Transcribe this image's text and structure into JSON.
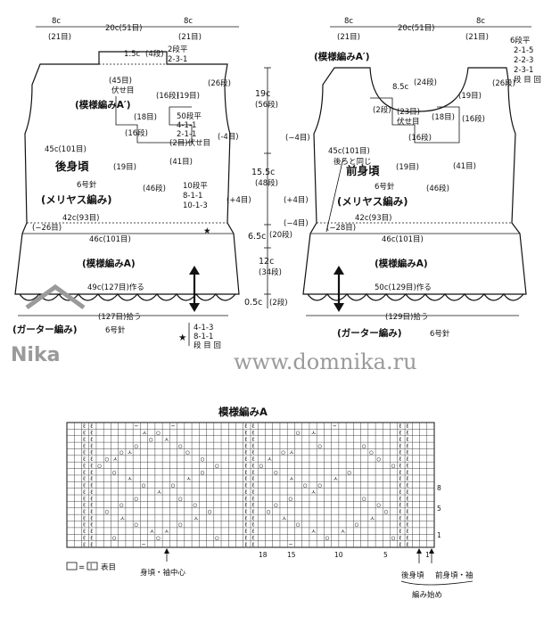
{
  "back": {
    "w_left": "8c",
    "w_left_st": "(21目)",
    "w_center": "20c(51目)",
    "w_right": "8c",
    "w_right_st": "(21目)",
    "shoulder_c": "1.5c",
    "shoulder_rows": "(4段)",
    "shoulder_dec": [
      "2段平",
      "2-3-1"
    ],
    "neck_bindoff": [
      "(45目)",
      "伏せ目"
    ],
    "arm_rows": "(26段)",
    "yoke_rows": "(16段)",
    "yoke_st_r": "(19目)",
    "pattern_a2": "(模様編みA′)",
    "neck_st_l": "(18目)",
    "neck_dec": [
      "50段平",
      "4-1-1",
      "2-1-1",
      "(2目)伏せ目"
    ],
    "neck_rows_l": "(16段)",
    "minus4": "(-4目)",
    "w45": "45c(101目)",
    "name": "後身頃",
    "st19": "(19目)",
    "st41": "(41目)",
    "needle": "6号針",
    "stitch": "(メリヤス編み)",
    "side_rows": "(46段)",
    "side_dec": [
      "10段平",
      "8-1-1",
      "10-1-3"
    ],
    "plus4": "(+4目)",
    "w42": "42c(93目)",
    "minus26": "(−26目)",
    "w46": "46c(101目)",
    "star": "★",
    "pattern_a": "(模様編みA)",
    "cast_on": "49c(127目)作る",
    "pick_up": "(127目)拾う",
    "garter": "(ガーター編み)",
    "garter_needle": "6号針"
  },
  "front": {
    "w_left": "8c",
    "w_left_st": "(21目)",
    "w_center": "20c(51目)",
    "w_right": "8c",
    "w_right_st": "(21目)",
    "pattern_a2": "(模様編みA′)",
    "neck_dec": [
      "6段平",
      "2-1-5",
      "2-2-3",
      "2-3-1",
      "段 目 回"
    ],
    "neck_c": "8.5c",
    "neck_rows": "(24段)",
    "arm_rows": "(26段)",
    "st19r": "(19目)",
    "rows2": "(2段)",
    "neck_bindoff": [
      "(23目)",
      "伏せ目"
    ],
    "st18": "(18目)",
    "rows16_r": "(16段)",
    "rows16_l": "(16段)",
    "minus4": "(−4目)",
    "w45": "45c(101目)",
    "same_as_back": "後ろと同じ",
    "name": "前身頃",
    "st19": "(19目)",
    "st41": "(41目)",
    "needle": "6号針",
    "stitch": "(メリヤス編み)",
    "side_rows": "(46段)",
    "plus4": "(+4目)",
    "minus4_b": "(−4目)",
    "w42": "42c(93目)",
    "minus28": "(−28目)",
    "w46": "46c(101目)",
    "pattern_a": "(模様編みA)",
    "cast_on": "50c(129目)作る",
    "pick_up": "(129目)拾う",
    "garter": "(ガーター編み)",
    "garter_needle": "6号針"
  },
  "mid": {
    "d1": "19c",
    "d1r": "(56段)",
    "d2": "15.5c",
    "d2r": "(48段)",
    "d3": "6.5c",
    "d3r": "(20段)",
    "d4": "12c",
    "d4r": "(34段)",
    "d5": "0.5c",
    "d5r": "(2段)"
  },
  "star_note": {
    "star": "★",
    "lines": [
      "4-1-3",
      "8-1-1",
      "段 目 回"
    ]
  },
  "watermark": {
    "logo": "Nika",
    "url": "www.domnika.ru"
  },
  "chart": {
    "title": "模様編みA",
    "col_nums": [
      "15",
      "10",
      "5",
      "1"
    ],
    "col_num_18": "18",
    "row_nums": [
      "8",
      "5",
      "1"
    ],
    "legend_symbol": "□",
    "legend_eq": "= ",
    "legend_knit": "Ⅰ",
    "legend_text": "表目",
    "center_label": "身頃・袖中心",
    "back_label": "後身頃",
    "front_label": "前身頃・袖",
    "start_label": "編み始め"
  },
  "colors": {
    "ink": "#111111",
    "watermark": "#9a9a9a",
    "paper": "#ffffff"
  }
}
